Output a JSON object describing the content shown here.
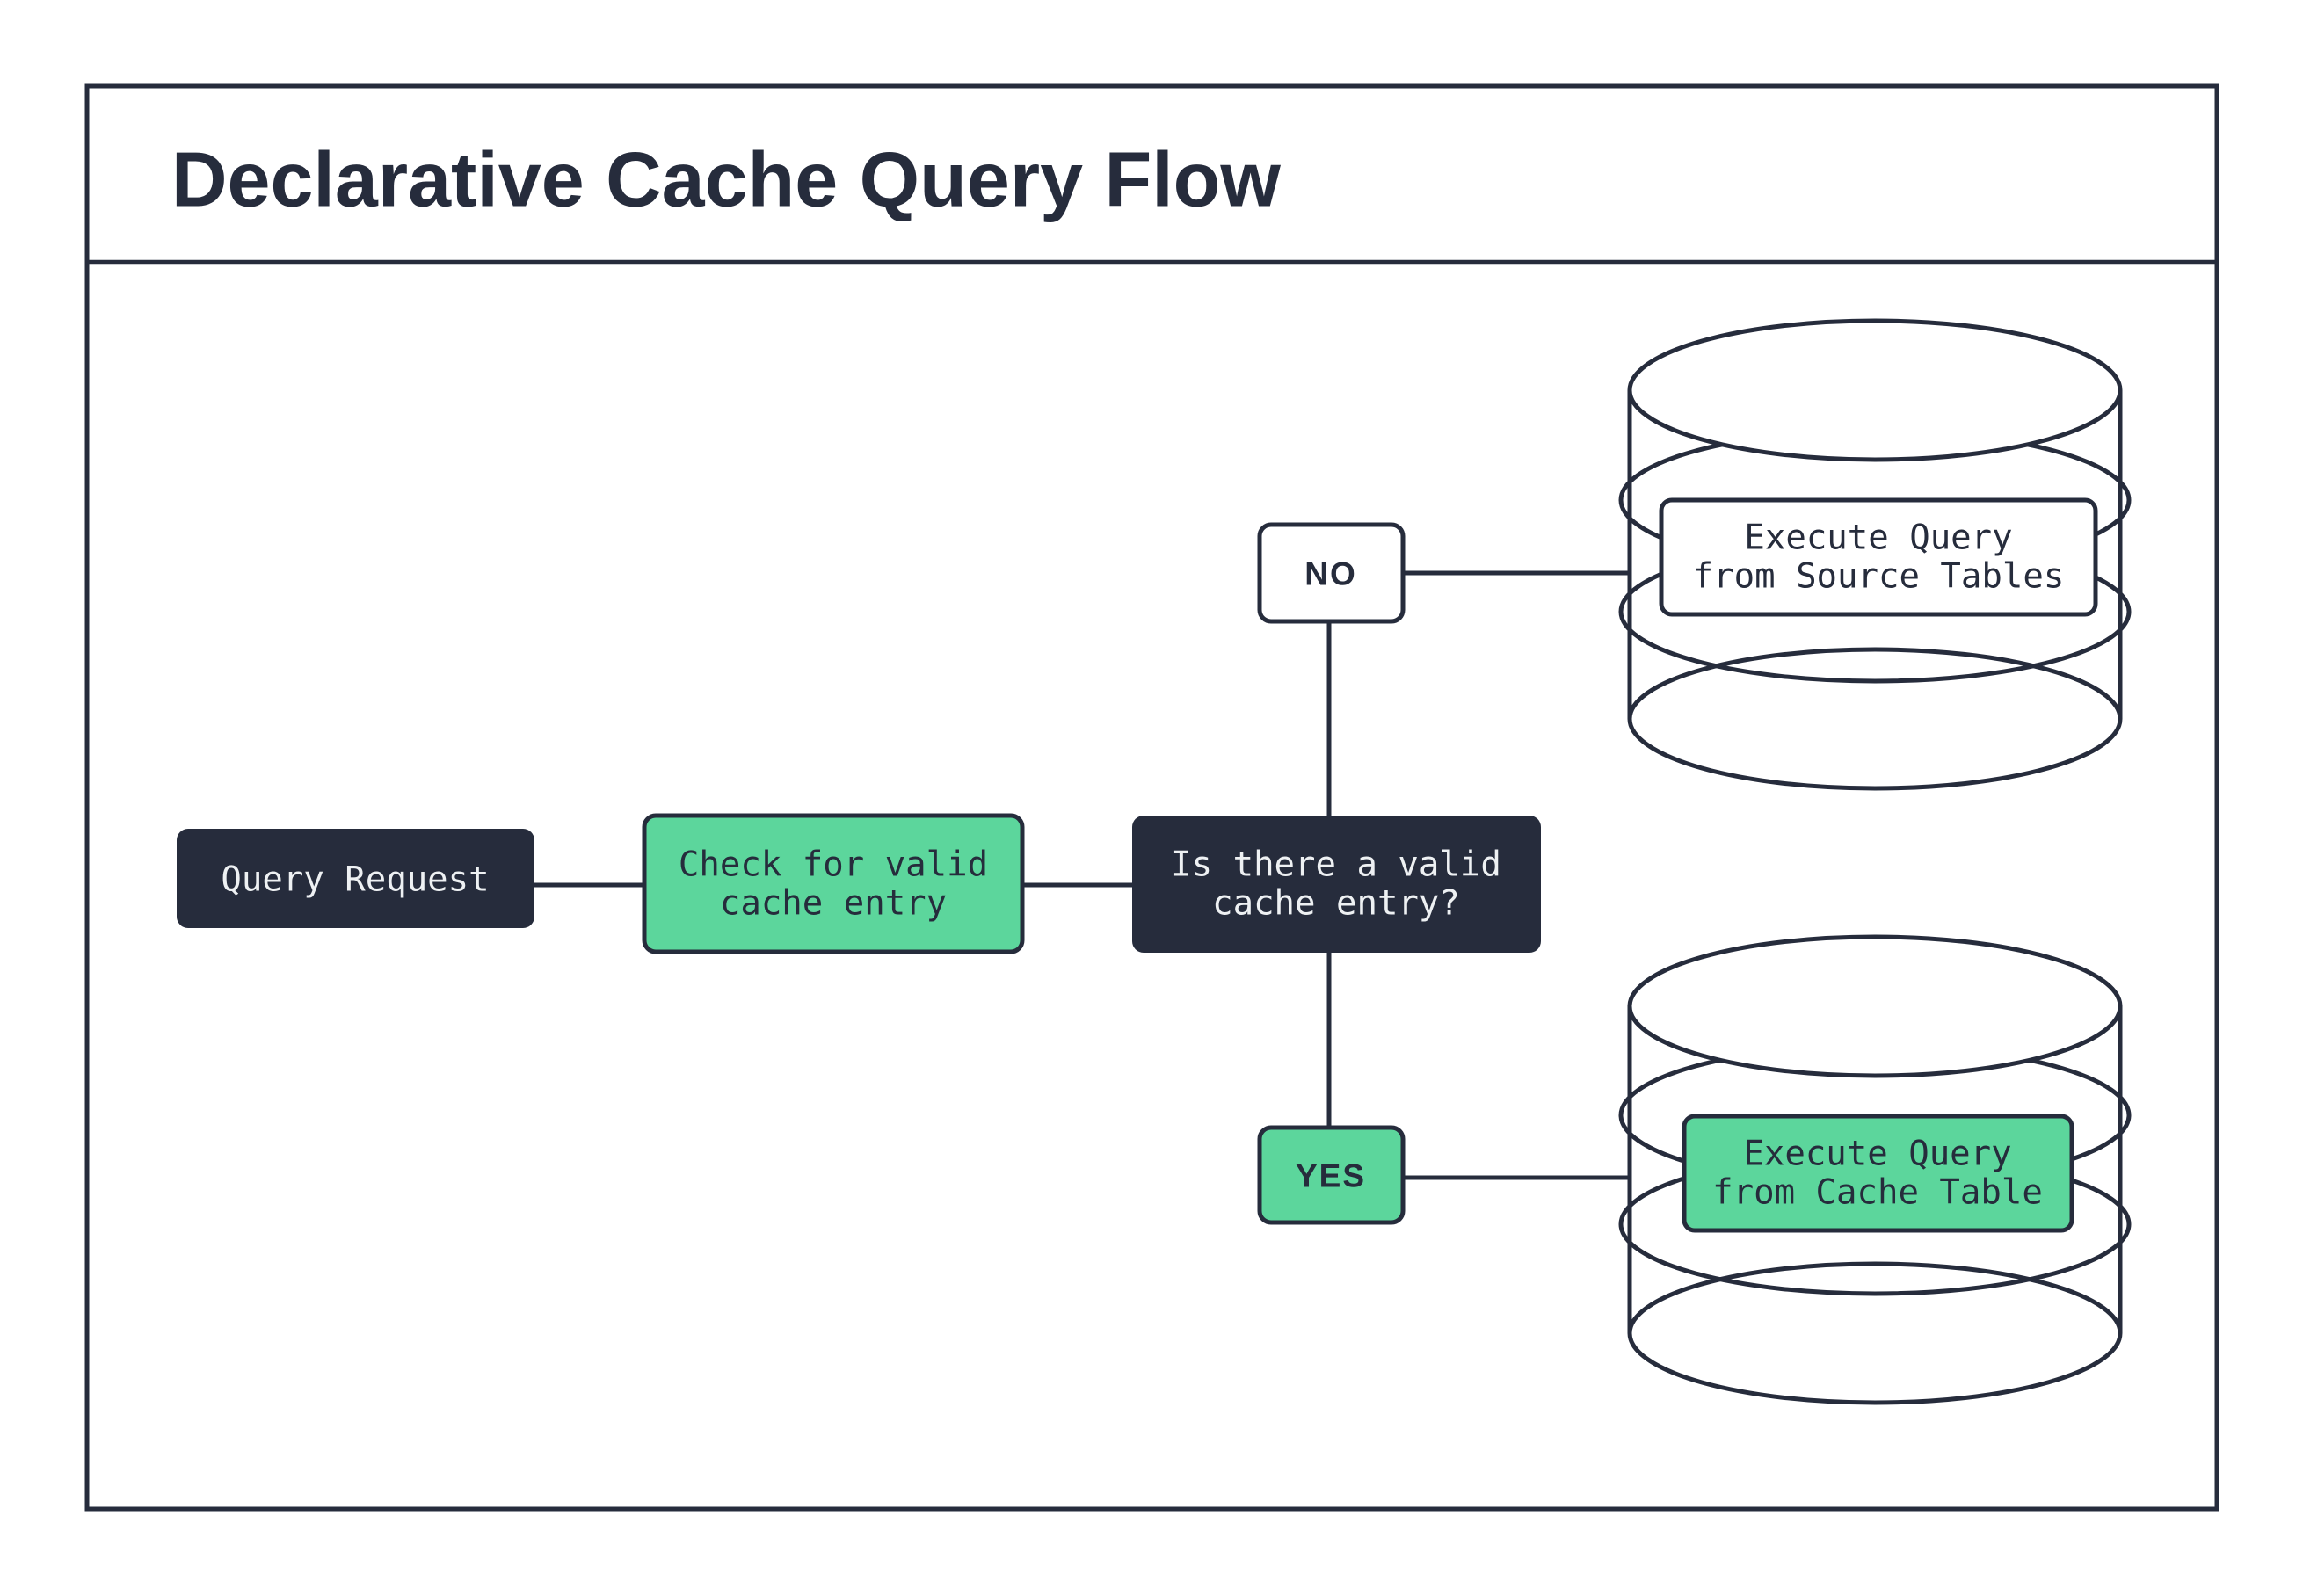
{
  "title": "Declarative Cache Query Flow",
  "theme": {
    "navy": "#262c3c",
    "green": "#5cd69c",
    "paper": "#ffffff",
    "light_text": "#eef1f3"
  },
  "flow": {
    "query_request": {
      "label": "Query Request"
    },
    "check_cache": {
      "line1": "Check for valid",
      "line2": "cache entry"
    },
    "decision": {
      "line1": "Is there a valid",
      "line2": "cache entry?"
    },
    "no_label": "NO",
    "yes_label": "YES",
    "source_db": {
      "line1": "Execute Query",
      "line2": "from Source Tables"
    },
    "cache_db": {
      "line1": "Execute Query",
      "line2": "from Cache Table"
    }
  }
}
